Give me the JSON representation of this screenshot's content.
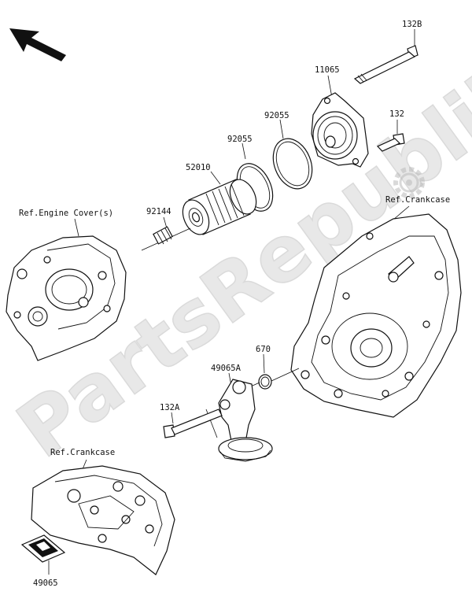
{
  "watermark": "PartsRepublik",
  "labels": {
    "p132b": "132B",
    "p11065": "11065",
    "p92055a": "92055",
    "p92055b": "92055",
    "p132": "132",
    "p52010": "52010",
    "p92144": "92144",
    "ref_engine_cover": "Ref.Engine Cover(s)",
    "ref_crankcase_right": "Ref.Crankcase",
    "p670": "670",
    "p49065a": "49065A",
    "p132a": "132A",
    "ref_crankcase_left": "Ref.Crankcase",
    "p49065": "49065"
  },
  "icons": [
    "front-direction-arrow-icon",
    "gear-logo-icon"
  ]
}
